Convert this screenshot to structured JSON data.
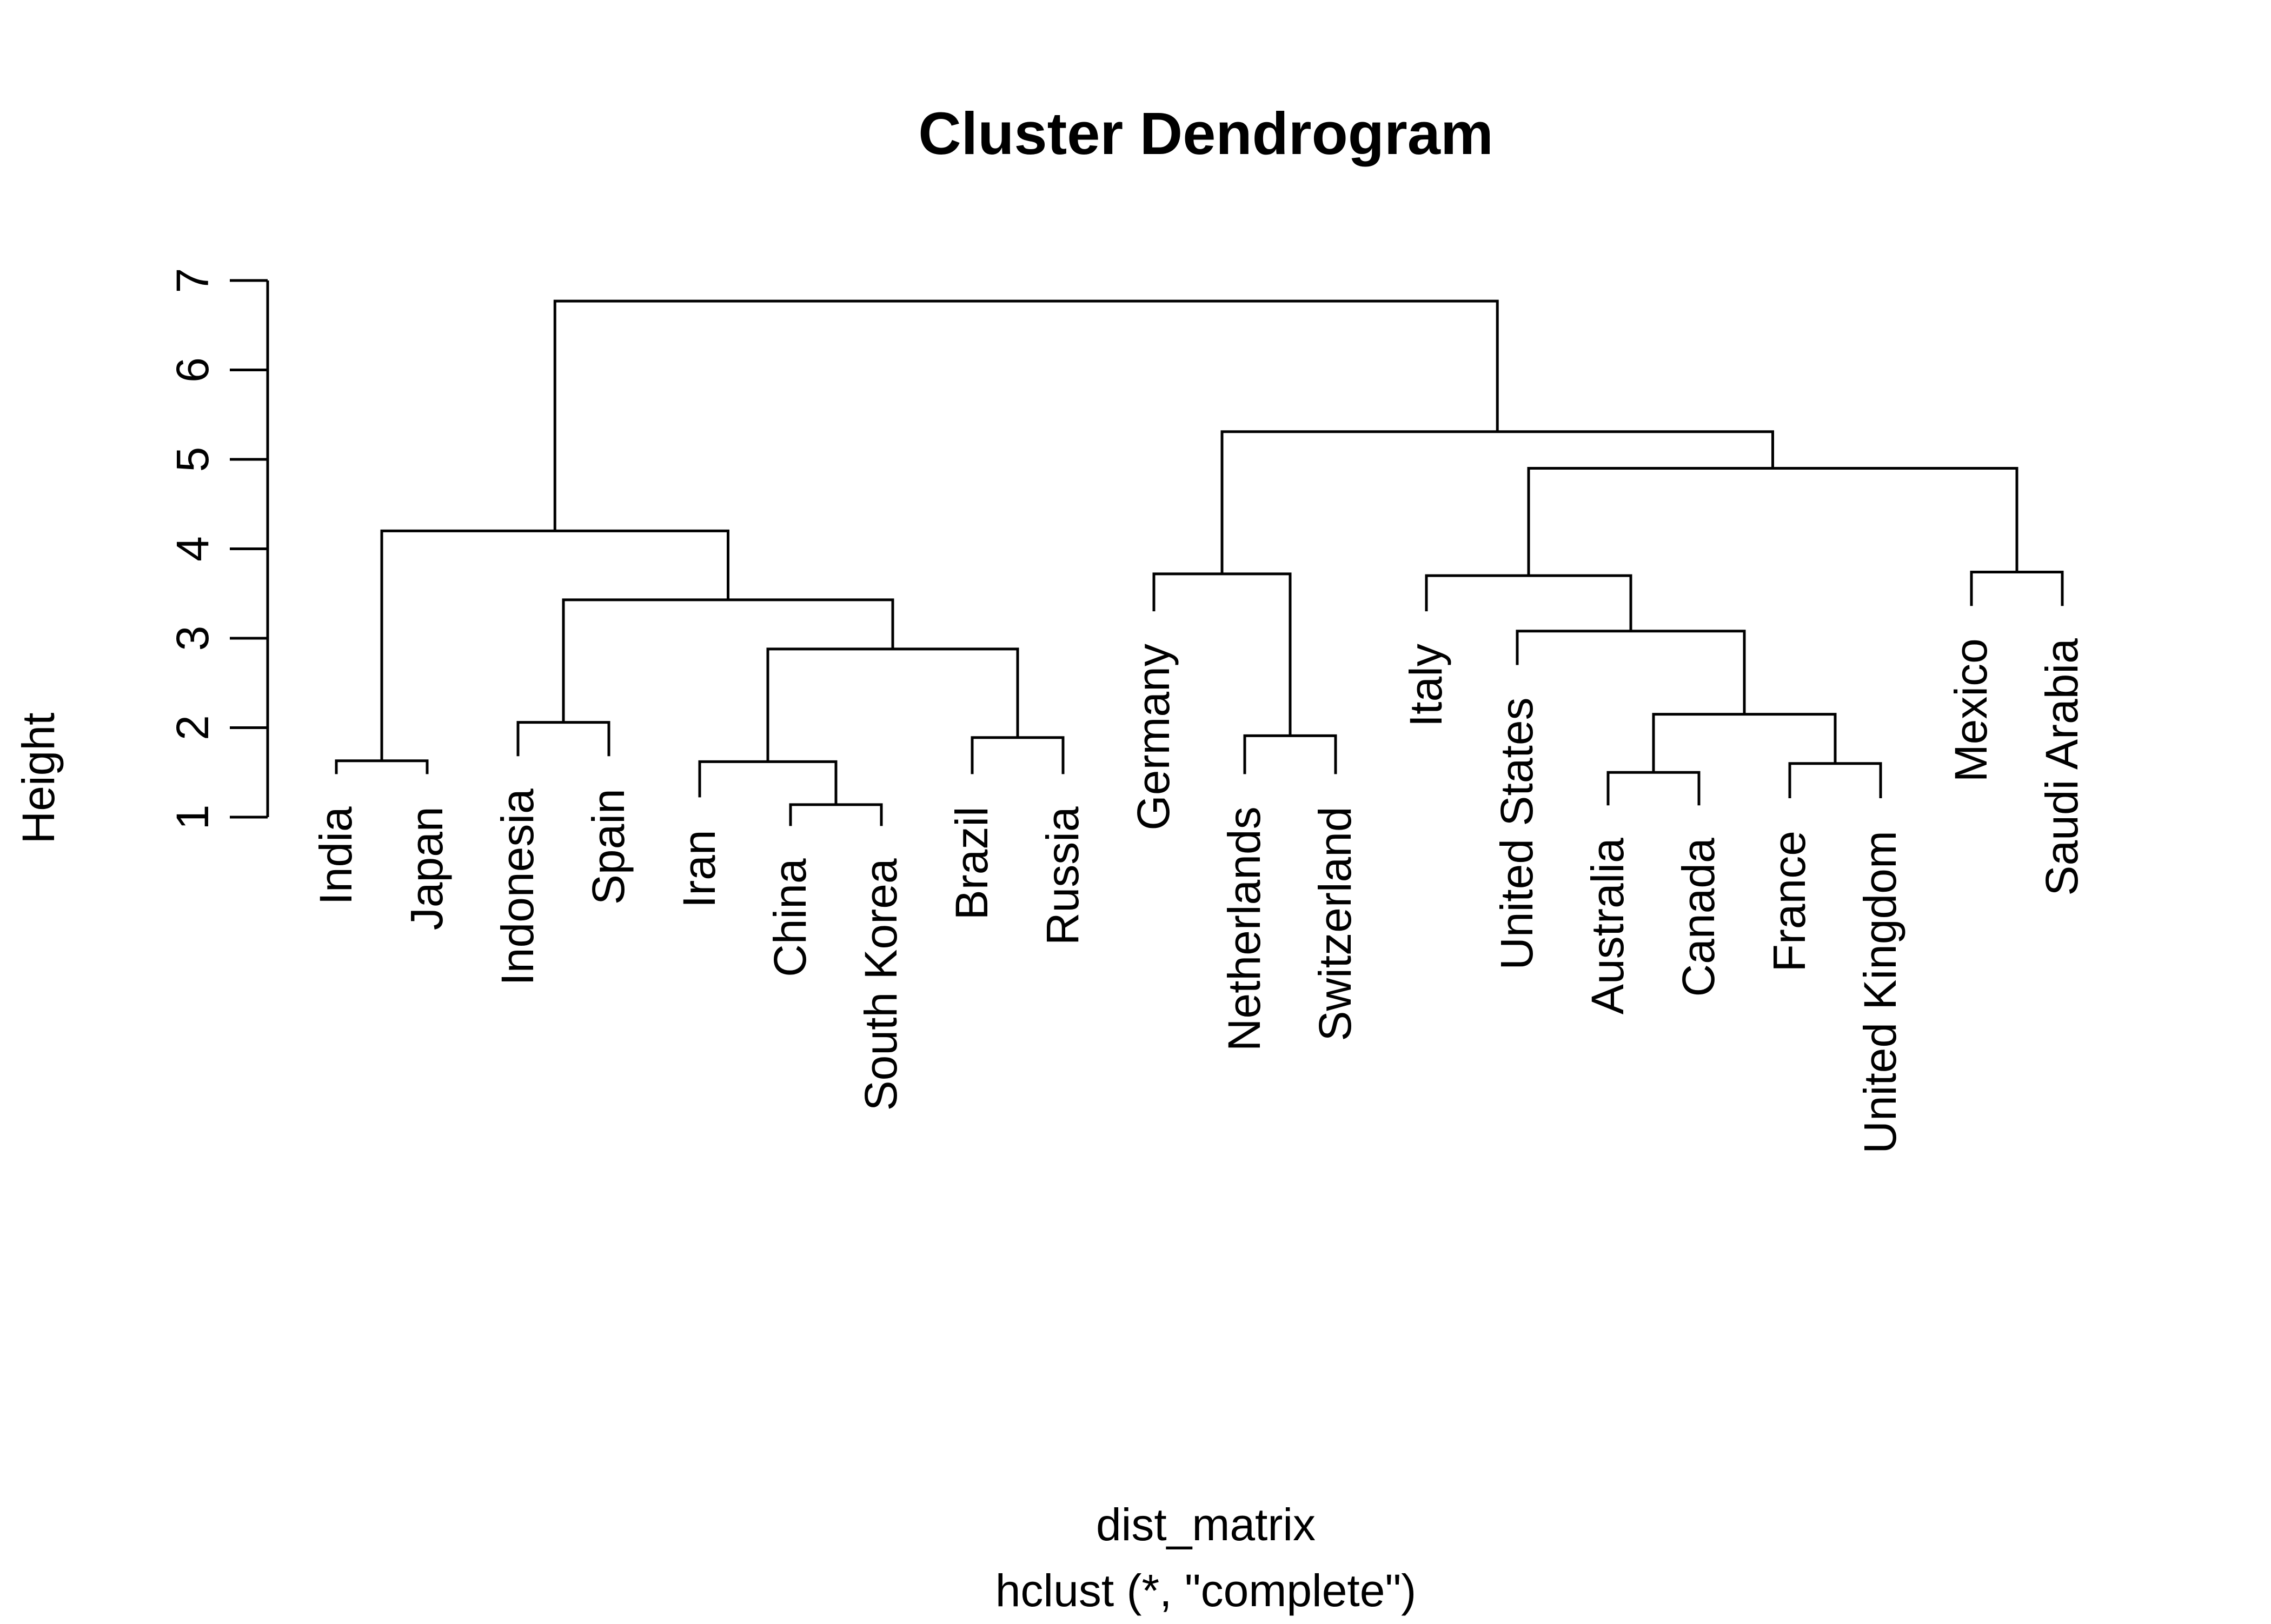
{
  "chart_data": {
    "type": "dendrogram",
    "title": "Cluster Dendrogram",
    "xlabel": "dist_matrix",
    "sub": "hclust (*, \"complete\")",
    "ylabel": "Height",
    "ylim": [
      1,
      7
    ],
    "yticks": [
      "1",
      "2",
      "3",
      "4",
      "5",
      "6",
      "7"
    ],
    "labels": [
      "India",
      "Japan",
      "Indonesia",
      "Spain",
      "Iran",
      "China",
      "South Korea",
      "Brazil",
      "Russia",
      "Germany",
      "Netherlands",
      "Switzerland",
      "Italy",
      "United States",
      "Australia",
      "Canada",
      "France",
      "United Kingdom",
      "Mexico",
      "Saudi Arabia"
    ],
    "merges": [
      {
        "left": "China",
        "right": "South Korea",
        "height": 1.14
      },
      {
        "left": "Australia",
        "right": "Canada",
        "height": 1.5
      },
      {
        "left": "France",
        "right": "United Kingdom",
        "height": 1.6
      },
      {
        "left": "India",
        "right": "Japan",
        "height": 1.63
      },
      {
        "left": "Brazil",
        "right": "Russia",
        "height": 1.89
      },
      {
        "left": "Netherlands",
        "right": "Switzerland",
        "height": 1.91
      },
      {
        "left": "Indonesia",
        "right": "Spain",
        "height": 2.06
      },
      {
        "left": "Iran",
        "right": [
          "China",
          "South Korea"
        ],
        "height": 1.62
      },
      {
        "left": [
          "Australia",
          "Canada"
        ],
        "right": [
          "France",
          "United Kingdom"
        ],
        "height": 2.15
      },
      {
        "left": [
          "Iran",
          "China",
          "South Korea"
        ],
        "right": [
          "Brazil",
          "Russia"
        ],
        "height": 2.88
      },
      {
        "left": "United States",
        "right": [
          "Australia",
          "Canada",
          "France",
          "United Kingdom"
        ],
        "height": 3.08
      },
      {
        "left": [
          "Indonesia",
          "Spain"
        ],
        "right": [
          "Iran",
          "China",
          "South Korea",
          "Brazil",
          "Russia"
        ],
        "height": 3.43
      },
      {
        "left": "Italy",
        "right": [
          "United States",
          "Australia",
          "Canada",
          "France",
          "United Kingdom"
        ],
        "height": 3.7
      },
      {
        "left": "Germany",
        "right": [
          "Netherlands",
          "Switzerland"
        ],
        "height": 3.72
      },
      {
        "left": "Mexico",
        "right": "Saudi Arabia",
        "height": 3.74
      },
      {
        "left": [
          "India",
          "Japan"
        ],
        "right": [
          "Indonesia",
          "Spain",
          "Iran",
          "China",
          "South Korea",
          "Brazil",
          "Russia"
        ],
        "height": 4.2
      },
      {
        "left": [
          "Italy",
          "United States",
          "Australia",
          "Canada",
          "France",
          "United Kingdom"
        ],
        "right": [
          "Mexico",
          "Saudi Arabia"
        ],
        "height": 4.9
      },
      {
        "left": [
          "Germany",
          "Netherlands",
          "Switzerland"
        ],
        "right": [
          "Italy",
          "United States",
          "Australia",
          "Canada",
          "France",
          "United Kingdom",
          "Mexico",
          "Saudi Arabia"
        ],
        "height": 5.31
      },
      {
        "left": [
          "India",
          "Japan",
          "Indonesia",
          "Spain",
          "Iran",
          "China",
          "South Korea",
          "Brazil",
          "Russia"
        ],
        "right": [
          "Germany",
          "Netherlands",
          "Switzerland",
          "Italy",
          "United States",
          "Australia",
          "Canada",
          "France",
          "United Kingdom",
          "Mexico",
          "Saudi Arabia"
        ],
        "height": 6.77
      }
    ],
    "leaf_heights": [
      1.3,
      1.3,
      1.5,
      1.5,
      1.04,
      0.72,
      0.72,
      1.3,
      1.3,
      3.12,
      1.3,
      1.3,
      3.12,
      2.52,
      0.95,
      0.95,
      1.03,
      1.03,
      3.18,
      3.18
    ]
  }
}
